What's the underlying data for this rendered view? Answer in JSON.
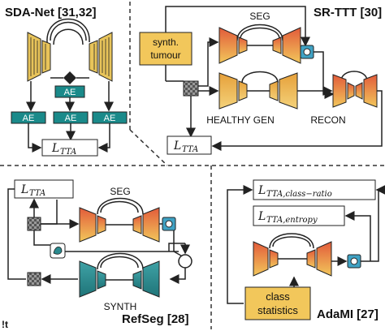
{
  "colors": {
    "ae_box": "#1a8a8a",
    "yellow_fill": "#f2c75b",
    "sdanet_enc": "#e8c45a",
    "seg_gradient": [
      "#e25b3a",
      "#f2c75b"
    ],
    "synth_teal": "#2a8a8e",
    "line": "#222222",
    "dashed": "#333333"
  },
  "panels": {
    "sdanet": {
      "title": "SDA-Net [31,32]",
      "ae_labels": [
        "AE",
        "AE",
        "AE",
        "AE"
      ],
      "loss_base": "L",
      "loss_sub": "TTA"
    },
    "srttt": {
      "title": "SR-TTT [30]",
      "input_label_line1": "synth.",
      "input_label_line2": "tumour",
      "seg_label": "SEG",
      "healthy_label": "HEALTHY GEN",
      "recon_label": "RECON",
      "loss_base": "L",
      "loss_sub": "TTA"
    },
    "refseg": {
      "title": "RefSeg [28]",
      "seg_label": "SEG",
      "synth_label": "SYNTH",
      "loss_base": "L",
      "loss_sub": "TTA"
    },
    "adami": {
      "title": "AdaMI [27]",
      "loss1_base": "L",
      "loss1_sub": "TTA,class−ratio",
      "loss2_base": "L",
      "loss2_sub": "TTA,entropy",
      "stats_line1": "class",
      "stats_line2": "statistics"
    }
  },
  "corner_glyph": "!t"
}
